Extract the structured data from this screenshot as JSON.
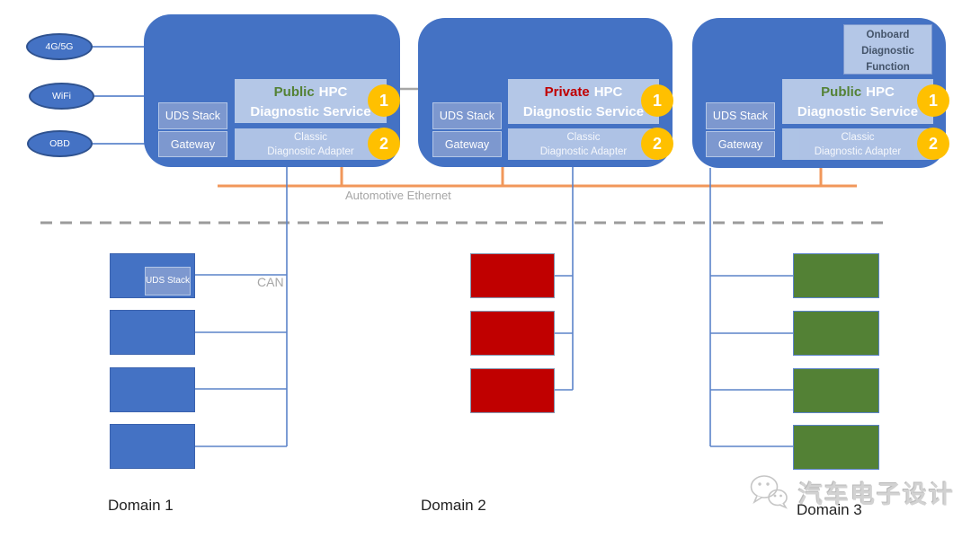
{
  "colors": {
    "hpc-blue": "#4472C4",
    "ellipse-border": "#2F528F",
    "light-blue": "#B4C7E7",
    "mid-blue": "#7D98CF",
    "badge-orange": "#FFC000",
    "public-green": "#548235",
    "private-red": "#C00000",
    "ecu-blue": "#4472C4",
    "ecu-red": "#C00000",
    "ecu-green": "#538135",
    "line-blue": "#5B83C9",
    "ethernet-orange": "#F1975A",
    "gray": "#A6A6A6",
    "onboard-text": "#44546A"
  },
  "inputs": [
    {
      "label": "4G/5G"
    },
    {
      "label": "WiFi"
    },
    {
      "label": "OBD"
    }
  ],
  "hpcs": [
    {
      "service": {
        "prefix": "Public",
        "rest": "HPC",
        "line2": "Diagnostic Service"
      },
      "uds": "UDS Stack",
      "gateway": "Gateway",
      "adapter_line1": "Classic",
      "adapter_line2": "Diagnostic Adapter",
      "badge_service": "1",
      "badge_adapter": "2"
    },
    {
      "service": {
        "prefix": "Private",
        "rest": "HPC",
        "line2": "Diagnostic Service"
      },
      "uds": "UDS Stack",
      "gateway": "Gateway",
      "adapter_line1": "Classic",
      "adapter_line2": "Diagnostic Adapter",
      "badge_service": "1",
      "badge_adapter": "2"
    },
    {
      "service": {
        "prefix": "Public",
        "rest": "HPC",
        "line2": "Diagnostic Service"
      },
      "onboard": "Onboard Diagnostic Function",
      "uds": "UDS Stack",
      "gateway": "Gateway",
      "adapter_line1": "Classic",
      "adapter_line2": "Diagnostic Adapter",
      "badge_service": "1",
      "badge_adapter": "2"
    }
  ],
  "bus": {
    "ethernet_label": "Automotive Ethernet",
    "can_label": "CAN"
  },
  "domains": [
    {
      "label": "Domain 1",
      "ecu_count": 4,
      "first_ecu_module": "UDS Stack"
    },
    {
      "label": "Domain 2",
      "ecu_count": 3
    },
    {
      "label": "Domain 3",
      "ecu_count": 4
    }
  ],
  "watermark": {
    "text": "汽车电子设计"
  }
}
